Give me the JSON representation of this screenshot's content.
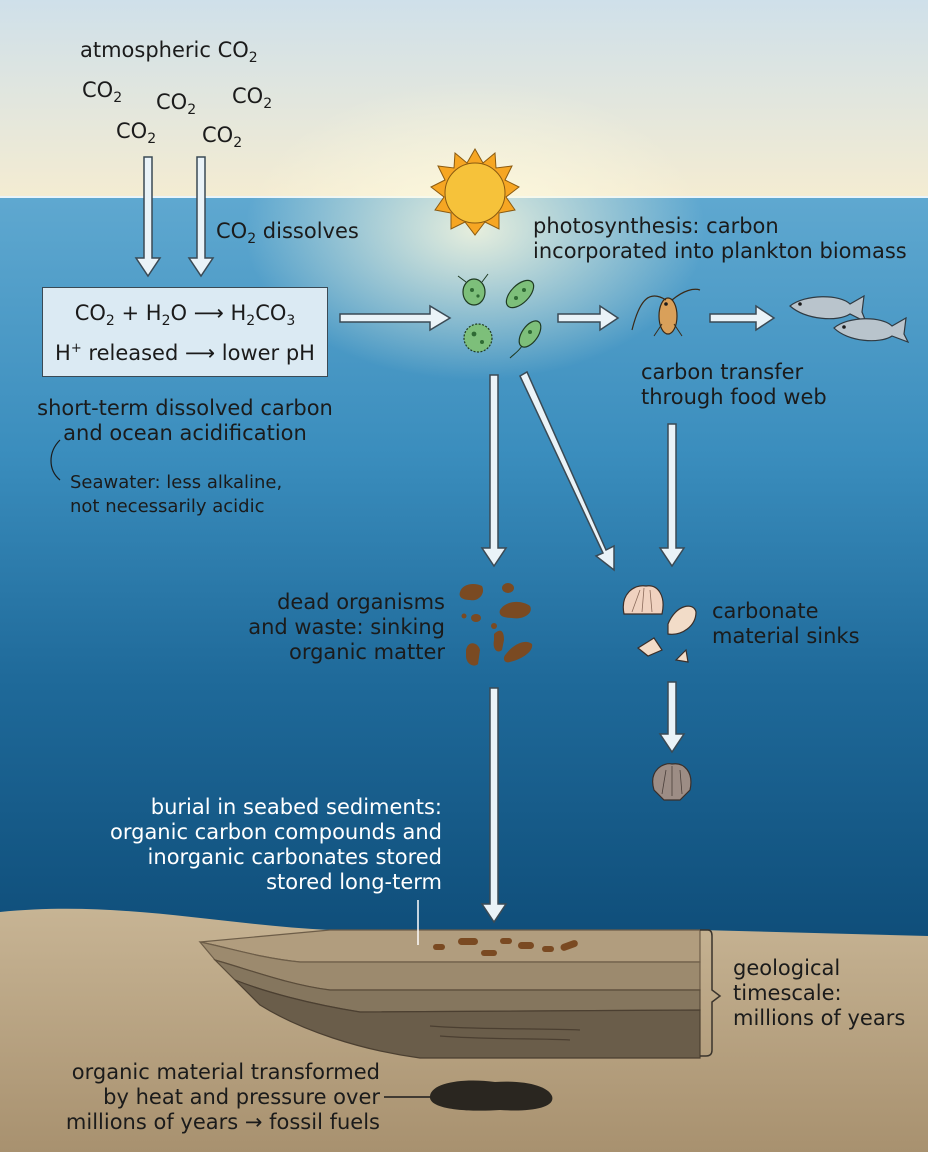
{
  "atmosphere": {
    "label": "atmospheric CO",
    "co2_molecules": [
      "CO",
      "CO",
      "CO",
      "CO",
      "CO"
    ],
    "subscript": "2"
  },
  "dissolves": {
    "label": "CO",
    "sub": "2",
    "rest": " dissolves"
  },
  "equation": {
    "line1": {
      "a": "CO",
      "a_sub": "2",
      "b": " + H",
      "b_sub": "2",
      "c": "O ⟶ H",
      "c_sub": "2",
      "d": "CO",
      "d_sub": "3"
    },
    "line2": {
      "a": "H",
      "a_sup": "+",
      "b": " released ⟶ lower pH"
    }
  },
  "short_term": [
    "short-term dissolved carbon",
    "and ocean acidification"
  ],
  "seawater_note": [
    "Seawater: less alkaline,",
    "not necessarily acidic"
  ],
  "photosynthesis": [
    "photosynthesis: carbon",
    "incorporated into plankton biomass"
  ],
  "food_web": [
    "carbon transfer",
    "through food web"
  ],
  "dead_organisms": [
    "dead organisms",
    "and waste: sinking",
    "organic matter"
  ],
  "carbonate": [
    "carbonate",
    "material sinks"
  ],
  "burial": [
    "burial in seabed sediments:",
    "organic carbon compounds and",
    "inorganic carbonates stored",
    "stored long-term"
  ],
  "geological": [
    "geological",
    "timescale:",
    "millions of years"
  ],
  "fossil": [
    "organic material transformed",
    "by heat and pressure over",
    "millions of years → fossil fuels"
  ],
  "colors": {
    "sky_top": "#cfe0ea",
    "sky_bottom": "#f4ecd2",
    "ocean_top": "#5fa8d0",
    "ocean_mid": "#2e7fae",
    "ocean_deep": "#0f4e7a",
    "sediment": "#bca88a",
    "plankton": "#7dbf7a",
    "sun": "#f6c23a"
  }
}
